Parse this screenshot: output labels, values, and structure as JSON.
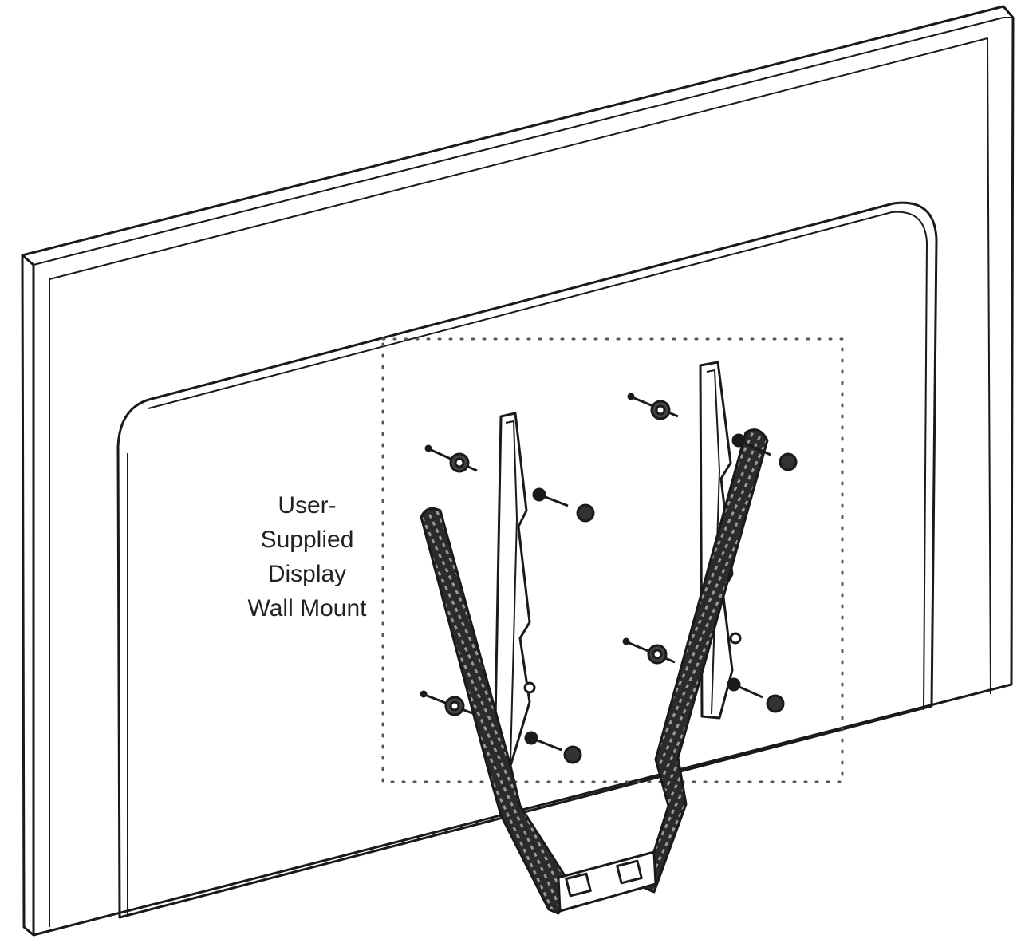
{
  "callout": {
    "lines": [
      "User-",
      "Supplied",
      "Display",
      "Wall Mount"
    ]
  },
  "colors": {
    "line": "#1a1a1a",
    "bracket": "#2b2b2b",
    "screen": "#ffffff"
  }
}
